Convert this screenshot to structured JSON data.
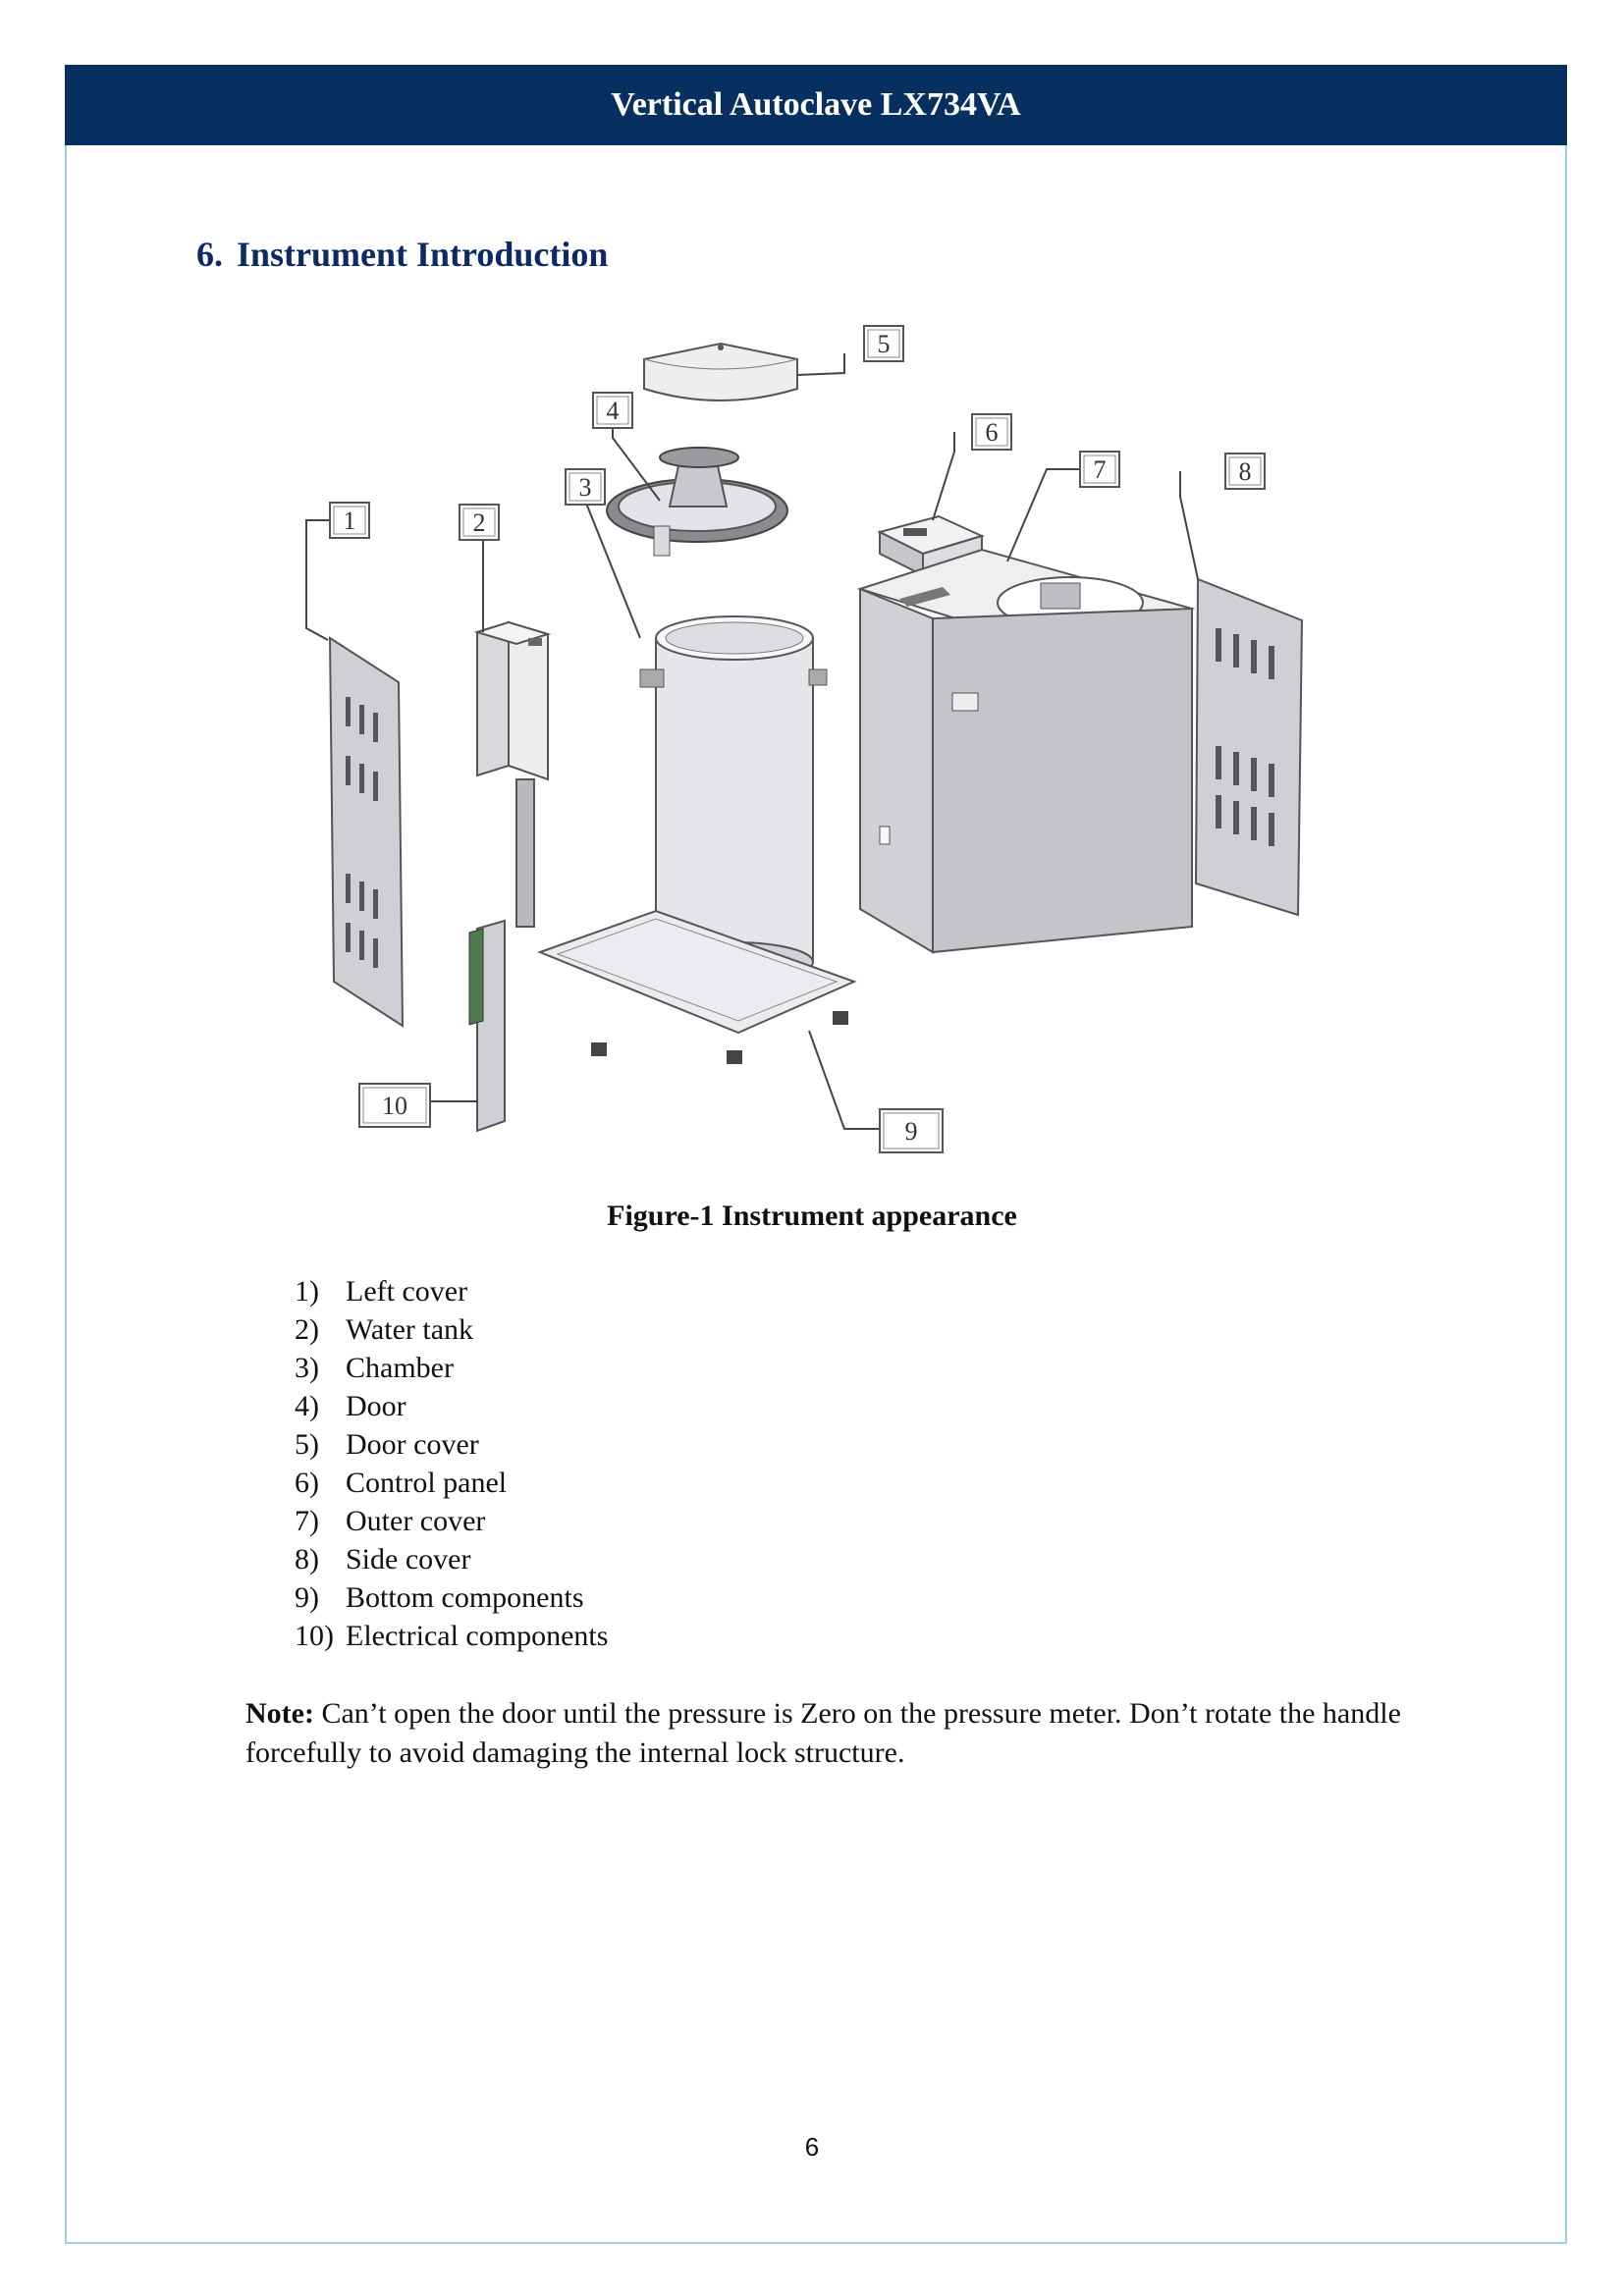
{
  "header": {
    "title": "Vertical Autoclave LX734VA"
  },
  "section": {
    "number": "6.",
    "title": "Instrument Introduction"
  },
  "figure": {
    "callouts": [
      "1",
      "2",
      "3",
      "4",
      "5",
      "6",
      "7",
      "8",
      "9",
      "10"
    ],
    "caption": "Figure-1 Instrument appearance"
  },
  "parts": [
    {
      "num": "1)",
      "label": "Left cover"
    },
    {
      "num": "2)",
      "label": "Water tank"
    },
    {
      "num": "3)",
      "label": "Chamber"
    },
    {
      "num": "4)",
      "label": "Door"
    },
    {
      "num": "5)",
      "label": "Door cover"
    },
    {
      "num": "6)",
      "label": "Control panel"
    },
    {
      "num": "7)",
      "label": "Outer cover"
    },
    {
      "num": "8)",
      "label": "Side cover"
    },
    {
      "num": "9)",
      "label": "Bottom components"
    },
    {
      "num": "10)",
      "label": "Electrical components"
    }
  ],
  "note": {
    "label": "Note:",
    "text": " Can’t open the door until the pressure is Zero on the pressure meter. Don’t rotate the handle forcefully to avoid damaging the internal lock structure."
  },
  "page_number": "6"
}
